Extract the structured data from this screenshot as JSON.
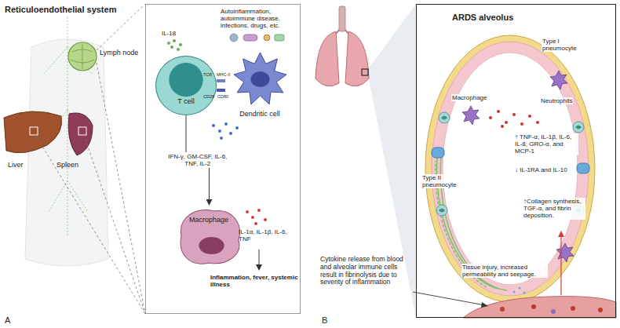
{
  "diagram": {
    "nodes": [
      {
        "text": [
          "Autoinflammation, autoimmune disease, infections, drugs, etc."
        ]
      },
      {
        "text": [
          "T cell"
        ],
        "in": 0
      },
      {
        "text": [
          "Dendritic cell"
        ],
        "in": 0
      },
      {
        "text": [
          "Macrophage"
        ],
        "in": 0
      },
      {
        "text": [
          "ARDS alveolus"
        ]
      }
    ],
    "edges": [
      {
        "from": 1,
        "to": 3,
        "arrow": "to",
        "label": "IFN-γ, GM-CSF, IL-6, TNF, IL-2"
      }
    ],
    "labels": [
      "Reticuloendothelial system",
      "Lymph node",
      "Liver",
      "Spleen",
      "IL-18",
      "TCR",
      "MHC-II",
      "CD28",
      "CD80",
      "IL-1α, IL-1β, IL-6, TNF",
      "Inflammation, fever, systemic illness",
      "A",
      "Type I pneumocyte",
      "Macrophage",
      "Neutrophils",
      "↑ TNF-α, IL-1β, IL-6, IL-8, GRO-α, and MCP-1",
      "↓ IL-1RA and IL-10",
      "Type II pneumocyte",
      "↑Collagen synthesis, TGF-α, and fibrin deposition.",
      "Tissue injury, increased permeability and seepage.",
      "Cytokine release from blood and alveolar immune cells result in fibrinolysis due to severity of inflammation",
      "B"
    ]
  }
}
